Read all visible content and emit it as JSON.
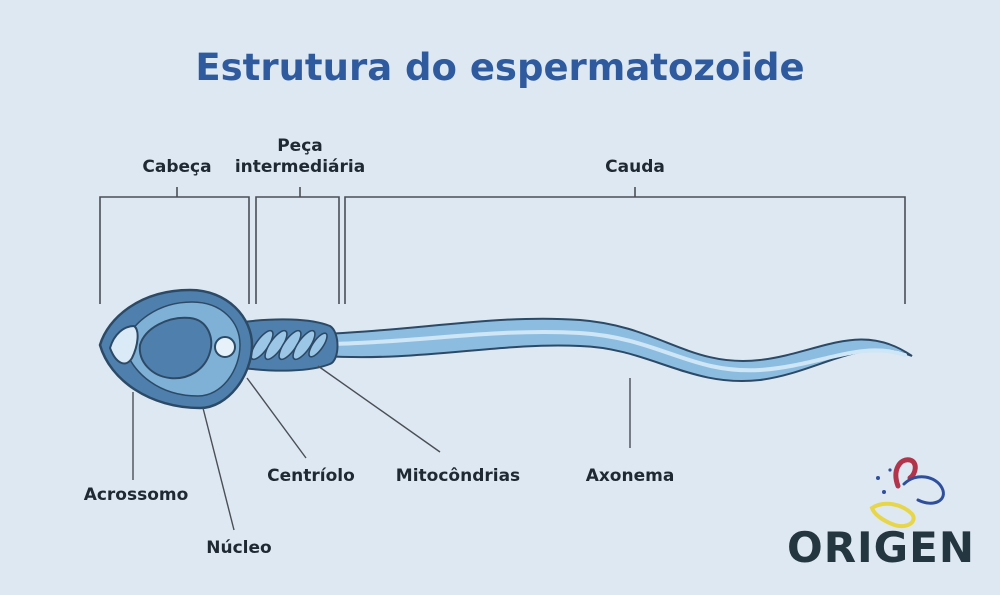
{
  "title": "Estrutura do espermatozoide",
  "sections": {
    "head": "Cabeça",
    "midpiece_line1": "Peça",
    "midpiece_line2": "intermediária",
    "tail": "Cauda"
  },
  "parts": {
    "acrosome": "Acrossomo",
    "nucleus": "Núcleo",
    "centriole": "Centríolo",
    "mitochondria": "Mitocôndrias",
    "axoneme": "Axonema"
  },
  "logo": {
    "text": "ORIGEN"
  },
  "colors": {
    "background": "#dde8f3",
    "title": "#2f5b9e",
    "cell_dark": "#4f80ad",
    "cell_mid": "#7fb0d6",
    "cell_light": "#b9d8ee",
    "outline": "#2c4a66",
    "logo_text": "#243640",
    "logo_red": "#b0344a",
    "logo_yellow": "#e8d64a",
    "logo_blue": "#2f4f9c"
  }
}
